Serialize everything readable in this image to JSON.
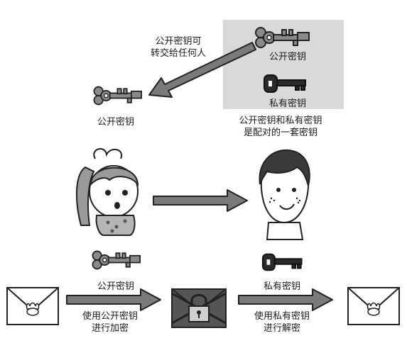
{
  "labels": {
    "public_key_shareable": [
      "公开密钥可",
      "转交给任何人"
    ],
    "box_public_key": "公开密钥",
    "box_private_key": "私有密钥",
    "pair_caption": [
      "公开密钥和私有密钥",
      "是配对的一套密钥"
    ],
    "left_public_key": "公开密钥",
    "bottom_public_key": "公开密钥",
    "bottom_private_key": "私有密钥",
    "encrypt_step": [
      "使用公开密钥",
      "进行加密"
    ],
    "decrypt_step": [
      "使用私有密钥",
      "进行解密"
    ]
  },
  "icons": {
    "public_key": "public-key-icon",
    "private_key": "private-key-icon",
    "envelope": "envelope-icon",
    "locked_envelope": "locked-envelope-icon",
    "sender": "girl-sender",
    "receiver": "boy-receiver"
  },
  "colors": {
    "box_fill": "#d9d9d9",
    "arrow_fill": "#7a7a7a",
    "arrow_stroke": "#222222"
  }
}
